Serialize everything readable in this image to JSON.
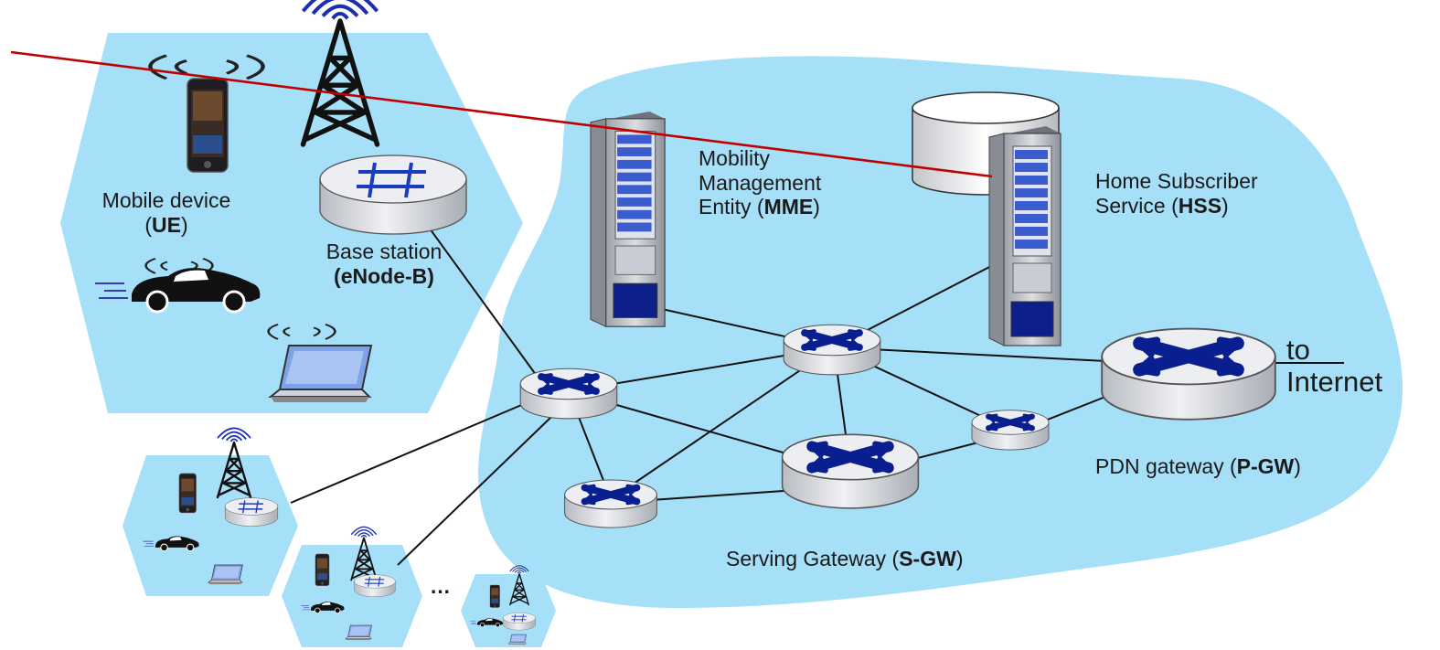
{
  "labels": {
    "ue": {
      "name": "Mobile device",
      "pre": "(",
      "acronym": "UE",
      "post": ")"
    },
    "enb": {
      "name": "Base station",
      "acronym": "(eNode-B)"
    },
    "mme": {
      "line1": "Mobility",
      "line2": "Management",
      "line3_pre": "Entity (",
      "acronym": "MME",
      "post": ")"
    },
    "hss": {
      "line1": "Home Subscriber",
      "line2_pre": "Service (",
      "acronym": "HSS",
      "post": ")"
    },
    "pgw": {
      "pre": "PDN gateway (",
      "acronym": "P-GW",
      "post": ")"
    },
    "sgw": {
      "pre": "Serving Gateway (",
      "acronym": "S-GW",
      "post": ")"
    },
    "internet": {
      "line1": "to",
      "line2": "Internet"
    },
    "ellipsis": "…"
  },
  "colors": {
    "cloud": "#a6dff8",
    "router_body": "#d9dbe0",
    "router_top": "#eceef2",
    "router_arrow": "#0a1f8f",
    "server_body": "#c9ccd2",
    "server_panel": "#3a5ccc",
    "annotation_line": "#c00000",
    "link": "#111111"
  },
  "icons": [
    "tower-icon",
    "phone-icon",
    "car-icon",
    "laptop-icon",
    "router-icon",
    "server-icon",
    "database-icon"
  ]
}
